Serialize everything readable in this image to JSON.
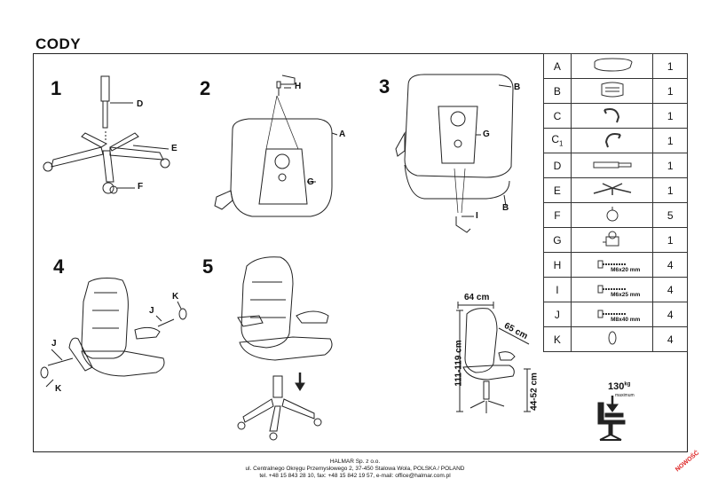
{
  "header": {
    "title": "CODY"
  },
  "steps": [
    "1",
    "2",
    "3",
    "4",
    "5"
  ],
  "labels": {
    "s1": [
      "D",
      "E",
      "F"
    ],
    "s2": [
      "H",
      "A",
      "G"
    ],
    "s3": [
      "B",
      "G",
      "B",
      "I"
    ],
    "s4": [
      "K",
      "J",
      "J",
      "K"
    ]
  },
  "parts": [
    {
      "key": "A",
      "qty": "1",
      "icon": "seat-icon"
    },
    {
      "key": "B",
      "qty": "1",
      "icon": "backrest-icon"
    },
    {
      "key": "C",
      "qty": "1",
      "icon": "armrest-right-icon"
    },
    {
      "key": "C1",
      "qty": "1",
      "icon": "armrest-left-icon"
    },
    {
      "key": "D",
      "qty": "1",
      "icon": "gas-lift-icon"
    },
    {
      "key": "E",
      "qty": "1",
      "icon": "star-base-icon"
    },
    {
      "key": "F",
      "qty": "5",
      "icon": "caster-icon"
    },
    {
      "key": "G",
      "qty": "1",
      "icon": "mechanism-icon"
    },
    {
      "key": "H",
      "qty": "4",
      "icon": "bolt-icon",
      "bolt": "M6x20 mm"
    },
    {
      "key": "I",
      "qty": "4",
      "icon": "bolt-icon",
      "bolt": "M6x25 mm"
    },
    {
      "key": "J",
      "qty": "4",
      "icon": "bolt-icon",
      "bolt": "M8x40 mm"
    },
    {
      "key": "K",
      "qty": "4",
      "icon": "cap-icon"
    }
  ],
  "dimensions": {
    "width": "64 cm",
    "depth": "65 cm",
    "height": "111-119 cm",
    "seat": "44-52 cm"
  },
  "capacity": {
    "value": "130",
    "unit": "kg",
    "sub": "maximum"
  },
  "footer": {
    "line1": "HALMAR Sp. z o.o.",
    "line2": "ul. Centralnego Okręgu Przemysłowego 2, 37-450 Stalowa Wola, POLSKA / POLAND",
    "line3": "tel. +48 15 843 28 10, fax: +48 15 842 19 57, e-mail: office@halmar.com.pl"
  },
  "stamp": "NOWOŚĆ"
}
